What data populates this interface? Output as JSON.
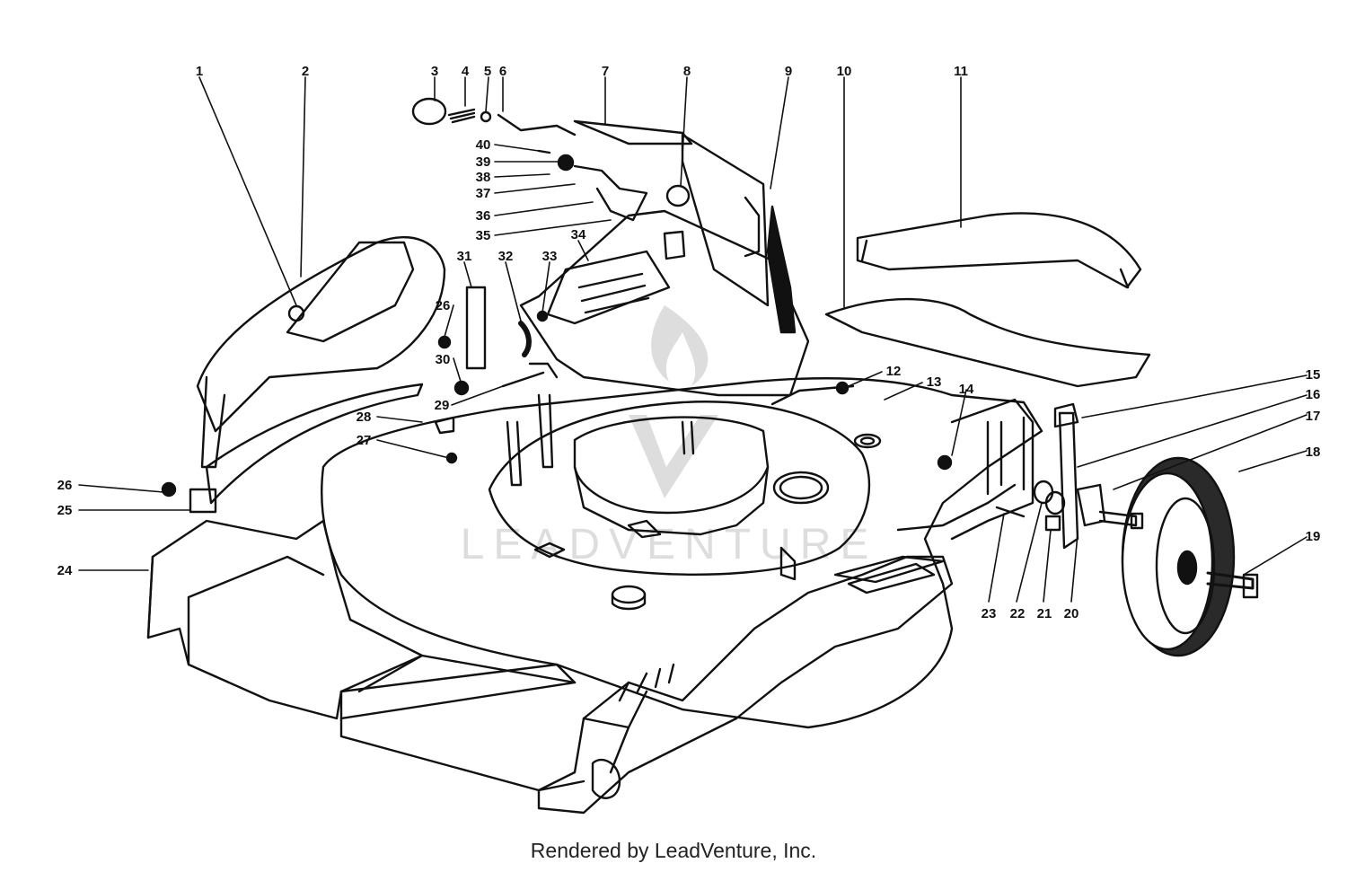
{
  "colors": {
    "ink": "#111111",
    "paper": "#ffffff",
    "wheel": "#2a2a2a",
    "watermark": "#d8d8d8"
  },
  "watermark": {
    "text": "LEADVENTURE"
  },
  "footer": {
    "credit": "Rendered by LeadVenture, Inc."
  },
  "callouts": [
    "1",
    "2",
    "3",
    "4",
    "5",
    "6",
    "7",
    "8",
    "9",
    "10",
    "11",
    "12",
    "13",
    "14",
    "15",
    "16",
    "17",
    "18",
    "19",
    "20",
    "21",
    "22",
    "23",
    "24",
    "25",
    "26",
    "26",
    "27",
    "28",
    "29",
    "30",
    "31",
    "32",
    "33",
    "34",
    "35",
    "36",
    "37",
    "38",
    "39",
    "40"
  ]
}
